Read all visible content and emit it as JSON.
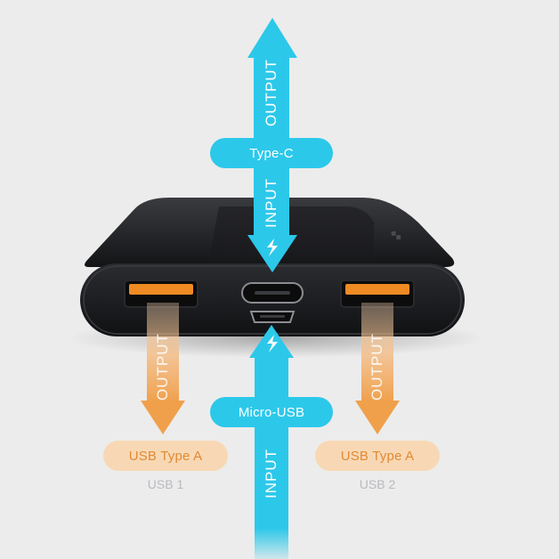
{
  "ports": {
    "type_c": {
      "label": "Type-C",
      "output_text": "OUTPUT",
      "input_text": "INPUT"
    },
    "micro_usb": {
      "label": "Micro-USB",
      "input_text": "INPUT"
    },
    "usb_a_left": {
      "label": "USB Type A",
      "sub_label": "USB 1",
      "output_text": "OUTPUT"
    },
    "usb_a_right": {
      "label": "USB Type A",
      "sub_label": "USB 2",
      "output_text": "OUTPUT"
    }
  },
  "colors": {
    "background": "#ececec",
    "input_blue": "#2cc8ea",
    "output_orange": "#f0a04a",
    "pill_orange": "#f8d8b4",
    "device_body": "#1e1f22",
    "usb_a_port": "#f08a22"
  },
  "icons": {
    "bolt_top": "lightning-bolt-icon",
    "bolt_bottom": "lightning-bolt-icon"
  }
}
